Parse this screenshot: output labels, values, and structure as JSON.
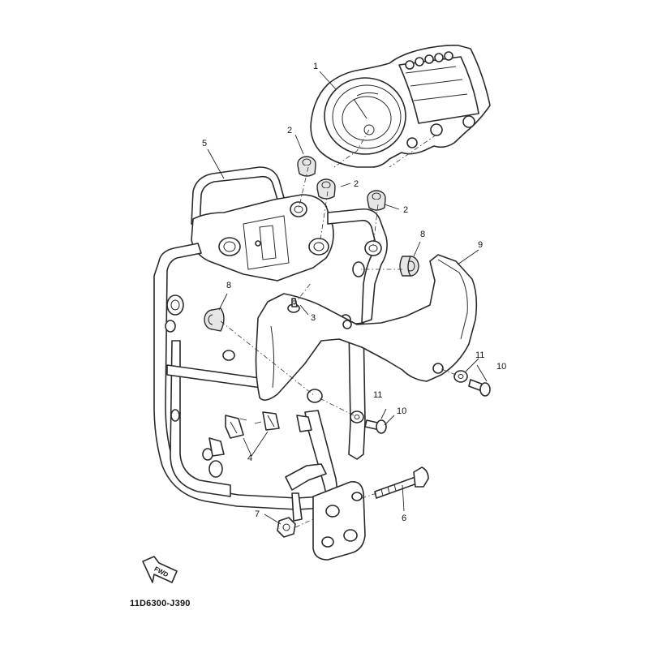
{
  "diagram_code": "11D6300-J390",
  "fwd_label": "FWD",
  "callouts": {
    "c1": "1",
    "c2a": "2",
    "c2b": "2",
    "c2c": "2",
    "c3": "3",
    "c4": "4",
    "c5": "5",
    "c6": "6",
    "c7": "7",
    "c8a": "8",
    "c8b": "8",
    "c9": "9",
    "c10a": "10",
    "c10b": "10",
    "c11a": "11",
    "c11b": "11"
  }
}
